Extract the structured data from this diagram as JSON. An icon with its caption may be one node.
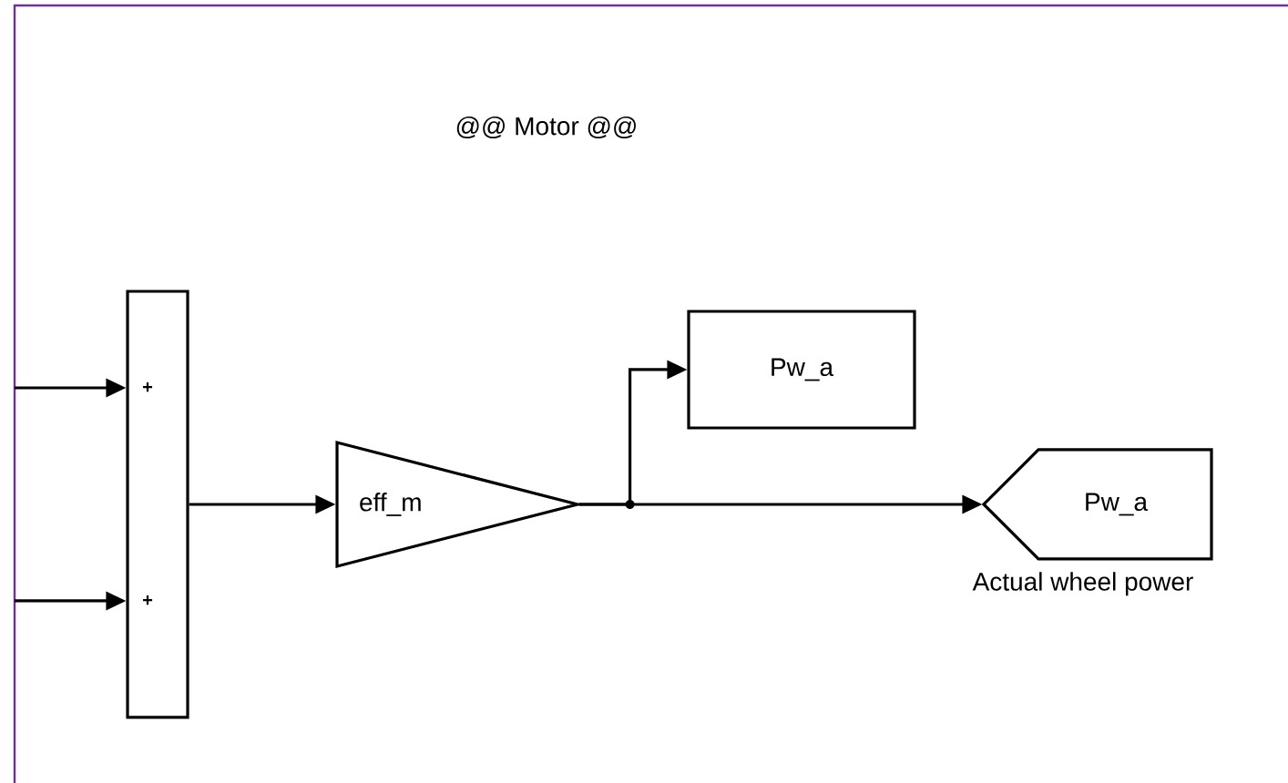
{
  "diagram": {
    "title": "@@ Motor @@",
    "nodes": [
      {
        "text": [
          "+",
          "+"
        ]
      },
      {
        "text": [
          "eff_m"
        ]
      },
      {
        "text": [
          "Pw_a"
        ]
      },
      {
        "text": [
          "Pw_a"
        ],
        "beside": [
          "Actual wheel power"
        ]
      }
    ],
    "edges": [
      {
        "from": null,
        "to": 0,
        "arrow": "to"
      },
      {
        "from": null,
        "to": 0,
        "arrow": "to"
      },
      {
        "from": 0,
        "to": 1,
        "arrow": "to"
      },
      {
        "from": 1,
        "to": 2,
        "arrow": "to"
      },
      {
        "from": 1,
        "to": 3,
        "arrow": "to"
      }
    ]
  }
}
